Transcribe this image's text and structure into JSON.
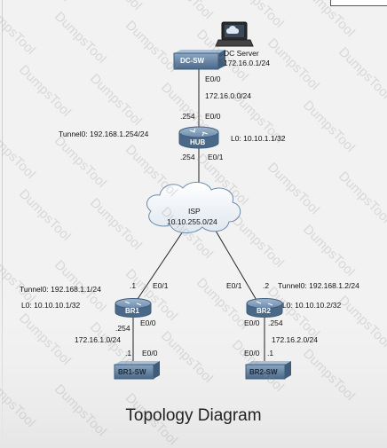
{
  "diagram": {
    "caption": "Topology Diagram",
    "watermark": "DumpsTool",
    "devices": {
      "dc_server": {
        "name": "DC Server",
        "ip": "172.16.0.1/24"
      },
      "dc_sw": {
        "name": "DC-SW"
      },
      "hub": {
        "name": "HUB",
        "tunnel": "Tunnel0: 192.168.1.254/24",
        "loopback": "L0: 10.10.1.1/32"
      },
      "isp": {
        "name": "ISP",
        "subnet": "10.10.255.0/24"
      },
      "br1": {
        "name": "BR1",
        "tunnel": "Tunnel0: 192.168.1.1/24",
        "loopback": "L0: 10.10.10.1/32"
      },
      "br2": {
        "name": "BR2",
        "tunnel": "Tunnel0: 192.168.1.2/24",
        "loopback": "L0: 10.10.10.2/32"
      },
      "br1_sw": {
        "name": "BR1-SW"
      },
      "br2_sw": {
        "name": "BR2-SW"
      }
    },
    "links": {
      "dcsw_hub": {
        "sw_if": "E0/0",
        "subnet": "172.16.0.0/24",
        "hub_host": ".254",
        "hub_if": "E0/0"
      },
      "hub_isp": {
        "hub_host": ".254",
        "hub_if": "E0/1"
      },
      "isp_br1": {
        "host": ".1",
        "if": "E0/1"
      },
      "isp_br2": {
        "host": ".2",
        "if": "E0/1"
      },
      "br1_sw": {
        "br_if": "E0/0",
        "br_host": ".254",
        "subnet": "172.16.1.0/24",
        "sw_host": ".1",
        "sw_if": "E0/0"
      },
      "br2_sw": {
        "br_if": "E0/0",
        "br_host": ".254",
        "subnet": "172.16.2.0/24",
        "sw_host": ".1",
        "sw_if": "E0/0"
      }
    },
    "colors": {
      "device": "#5a7a9c",
      "device_dark": "#3f5c7a",
      "cloud": "#eef2f7",
      "line": "#222222"
    }
  }
}
